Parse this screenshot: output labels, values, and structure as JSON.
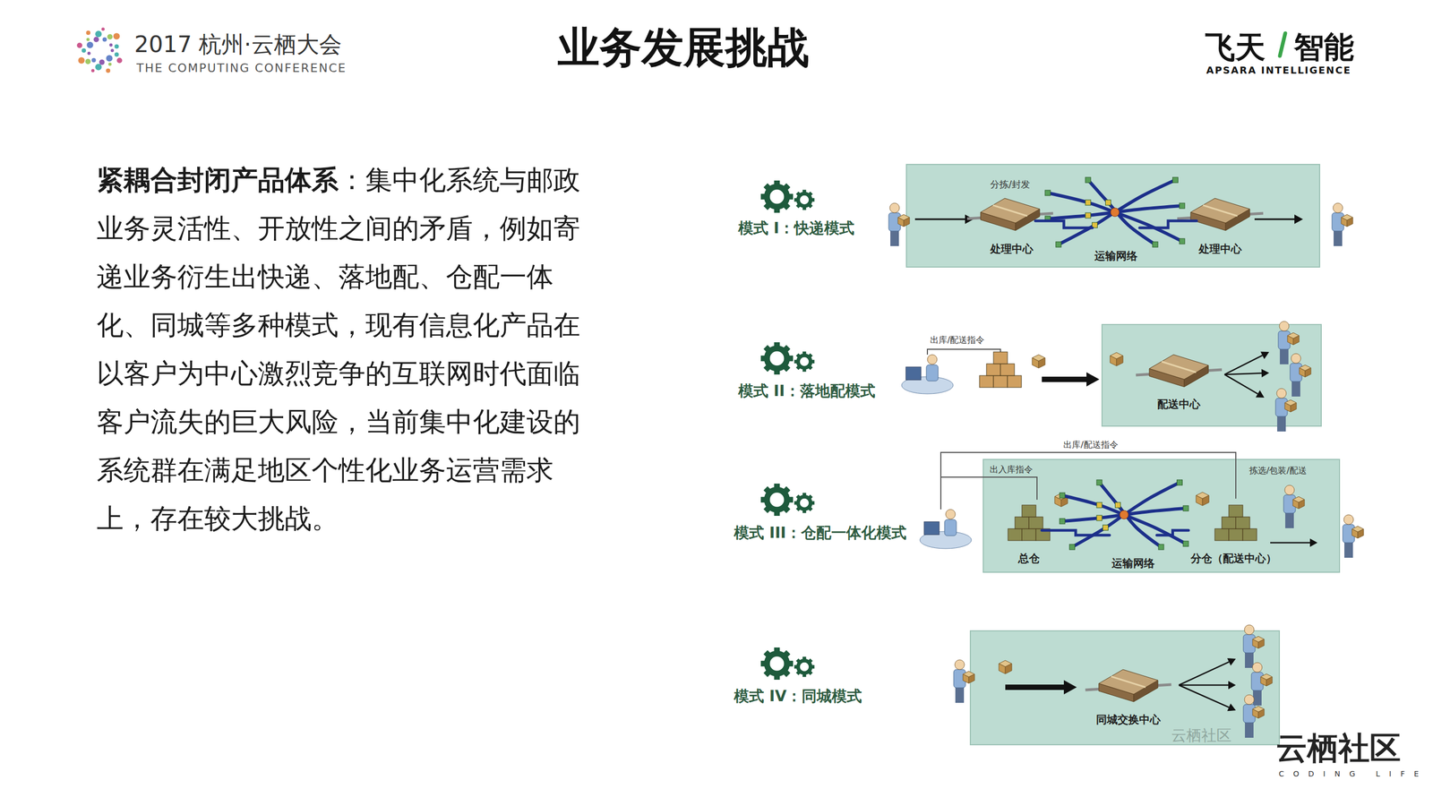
{
  "diagram": {
    "title": "业务发展挑战",
    "nodes": [
      {
        "text": [
          "处理中心"
        ]
      },
      {
        "text": [
          "运输网络"
        ]
      },
      {
        "text": [
          "处理中心"
        ]
      },
      {
        "text": [
          "配送中心"
        ]
      },
      {
        "text": [
          "总仓"
        ]
      },
      {
        "text": [
          "运输网络"
        ]
      },
      {
        "text": [
          "分仓（配送中心）"
        ]
      },
      {
        "text": [
          "同城交换中心"
        ]
      }
    ],
    "edges": [
      {
        "from": 0,
        "to": 1,
        "arrow": "none"
      },
      {
        "from": 1,
        "to": 2,
        "arrow": "none"
      },
      {
        "from": 4,
        "to": 5,
        "arrow": "none"
      },
      {
        "from": 5,
        "to": 6,
        "arrow": "none"
      }
    ],
    "labels": [
      "2017 杭州·云栖大会",
      "THE COMPUTING CONFERENCE",
      "飞天",
      "智能",
      "APSARA INTELLIGENCE",
      "紧耦合封闭产品体系",
      "：集中化系统与邮政业务灵活性、开放性之间的矛盾，例如寄递业务衍生出快递、落地配、仓配一体化、同城等多种模式，现有信息化产品在以客户为中心激烈竞争的互联网时代面临客户流失的巨大风险，当前集中化建设的系统群在满足地区个性化业务运营需求上，存在较大挑战。",
      "模式 I：快递模式",
      "模式 II：落地配模式",
      "模式 III：仓配一体化模式",
      "模式 IV：同城模式",
      "分拣/封发",
      "出库/配送指令",
      "出入库指令",
      "出库/配送指令",
      "拣选/包装/配送",
      "云栖社区",
      "云栖社区",
      "CODING LIFE"
    ]
  }
}
